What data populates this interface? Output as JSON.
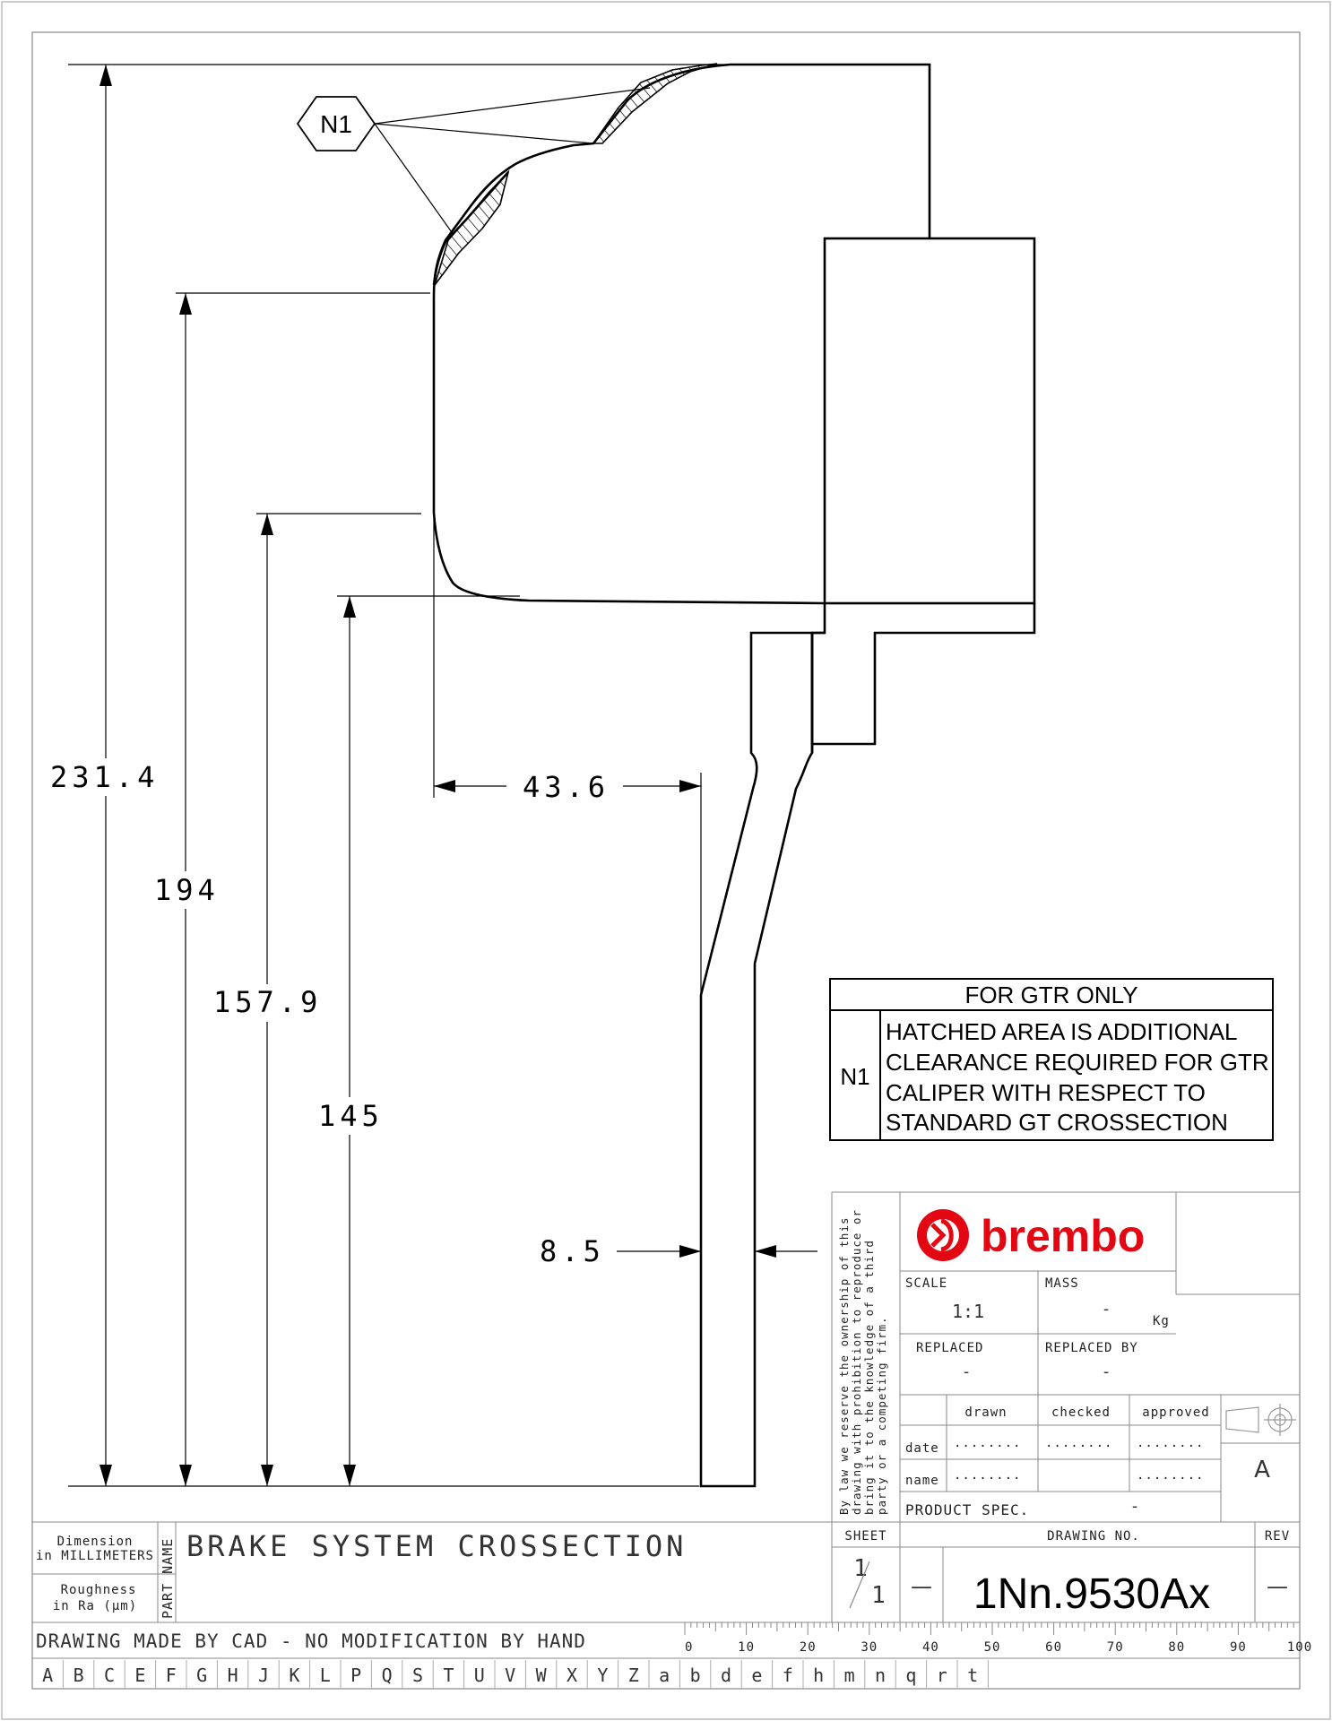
{
  "dimensions": {
    "height_total": "231.4",
    "height_194": "194",
    "height_157_9": "157.9",
    "height_145": "145",
    "offset_43_6": "43.6",
    "thickness_8_5": "8.5"
  },
  "callout": {
    "tag": "N1"
  },
  "note_box": {
    "header": "FOR GTR ONLY",
    "tag": "N1",
    "lines": [
      "HATCHED AREA IS ADDITIONAL",
      "CLEARANCE REQUIRED FOR GTR",
      "CALIPER WITH RESPECT TO",
      "STANDARD GT CROSSECTION"
    ]
  },
  "title_block": {
    "brand": "brembo",
    "ownership_lines": [
      "By law we reserve the ownership of this",
      "drawing with prohibition to reproduce or",
      "bring it to the knowledge of a third",
      "party or a competing firm."
    ],
    "scale_label": "SCALE",
    "scale_value": "1:1",
    "mass_label": "MASS",
    "mass_value": "-",
    "mass_unit": "Kg",
    "replaced_label": "REPLACED",
    "replaced_value": "-",
    "replaced_by_label": "REPLACED BY",
    "replaced_by_value": "-",
    "col_drawn": "drawn",
    "col_checked": "checked",
    "col_approved": "approved",
    "row_date": "date",
    "row_name": "name",
    "dots": "........",
    "size_letter": "A",
    "product_spec_label": "PRODUCT SPEC.",
    "product_spec_value": "-",
    "dimension_line1": "Dimension",
    "dimension_line2": "in MILLIMETERS",
    "roughness_line1": "Roughness",
    "roughness_line2": "in Ra (µm)",
    "part_name_label": "PART NAME",
    "part_name": "BRAKE SYSTEM CROSSECTION",
    "sheet_label": "SHEET",
    "sheet_num": "1",
    "sheet_den": "1",
    "dash": "—",
    "drawing_no_label": "DRAWING NO.",
    "drawing_no": "1Nn.9530Ax",
    "rev_label": "REV",
    "rev_value": "—",
    "cad_note": "DRAWING MADE BY CAD - NO MODIFICATION BY HAND"
  },
  "ruler_labels": [
    "0",
    "10",
    "20",
    "30",
    "40",
    "50",
    "60",
    "70",
    "80",
    "90",
    "100"
  ],
  "grid_letters": [
    "A",
    "B",
    "C",
    "E",
    "F",
    "G",
    "H",
    "J",
    "K",
    "L",
    "P",
    "Q",
    "S",
    "T",
    "U",
    "V",
    "W",
    "X",
    "Y",
    "Z",
    "a",
    "b",
    "d",
    "e",
    "f",
    "h",
    "m",
    "n",
    "q",
    "r",
    "t"
  ]
}
